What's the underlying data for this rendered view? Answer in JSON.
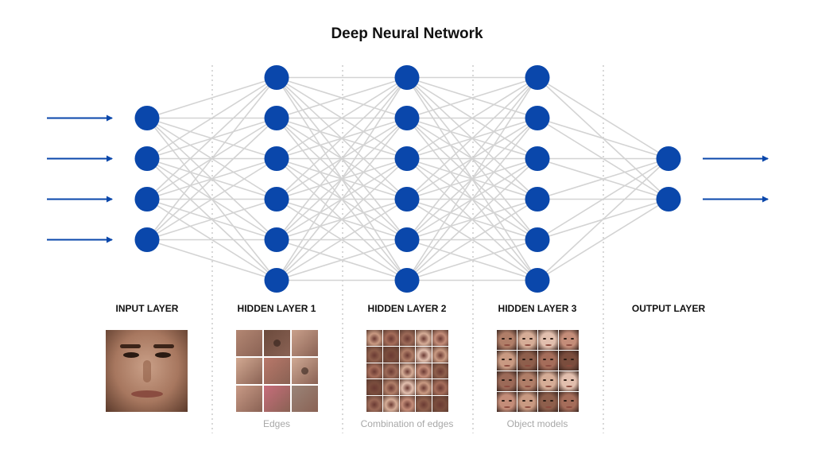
{
  "title": "Deep Neural Network",
  "colors": {
    "node": "#0a47ab",
    "arrow": "#0a47ab",
    "connection": "#d3d3d3",
    "divider": "#bdbdbd",
    "caption": "#a8a8a8"
  },
  "input_arrow_count": 4,
  "output_arrow_count": 2,
  "layers": [
    {
      "label": "INPUT LAYER",
      "nodes": 4,
      "caption": ""
    },
    {
      "label": "HIDDEN LAYER 1",
      "nodes": 6,
      "caption": "Edges"
    },
    {
      "label": "HIDDEN LAYER 2",
      "nodes": 6,
      "caption": "Combination of edges"
    },
    {
      "label": "HIDDEN LAYER 3",
      "nodes": 6,
      "caption": "Object models"
    },
    {
      "label": "OUTPUT LAYER",
      "nodes": 2,
      "caption": ""
    }
  ],
  "images": [
    {
      "layer": 0,
      "kind": "face-photo"
    },
    {
      "layer": 1,
      "kind": "feature-patch-grid"
    },
    {
      "layer": 2,
      "kind": "facial-part-grid"
    },
    {
      "layer": 3,
      "kind": "face-grid"
    }
  ]
}
